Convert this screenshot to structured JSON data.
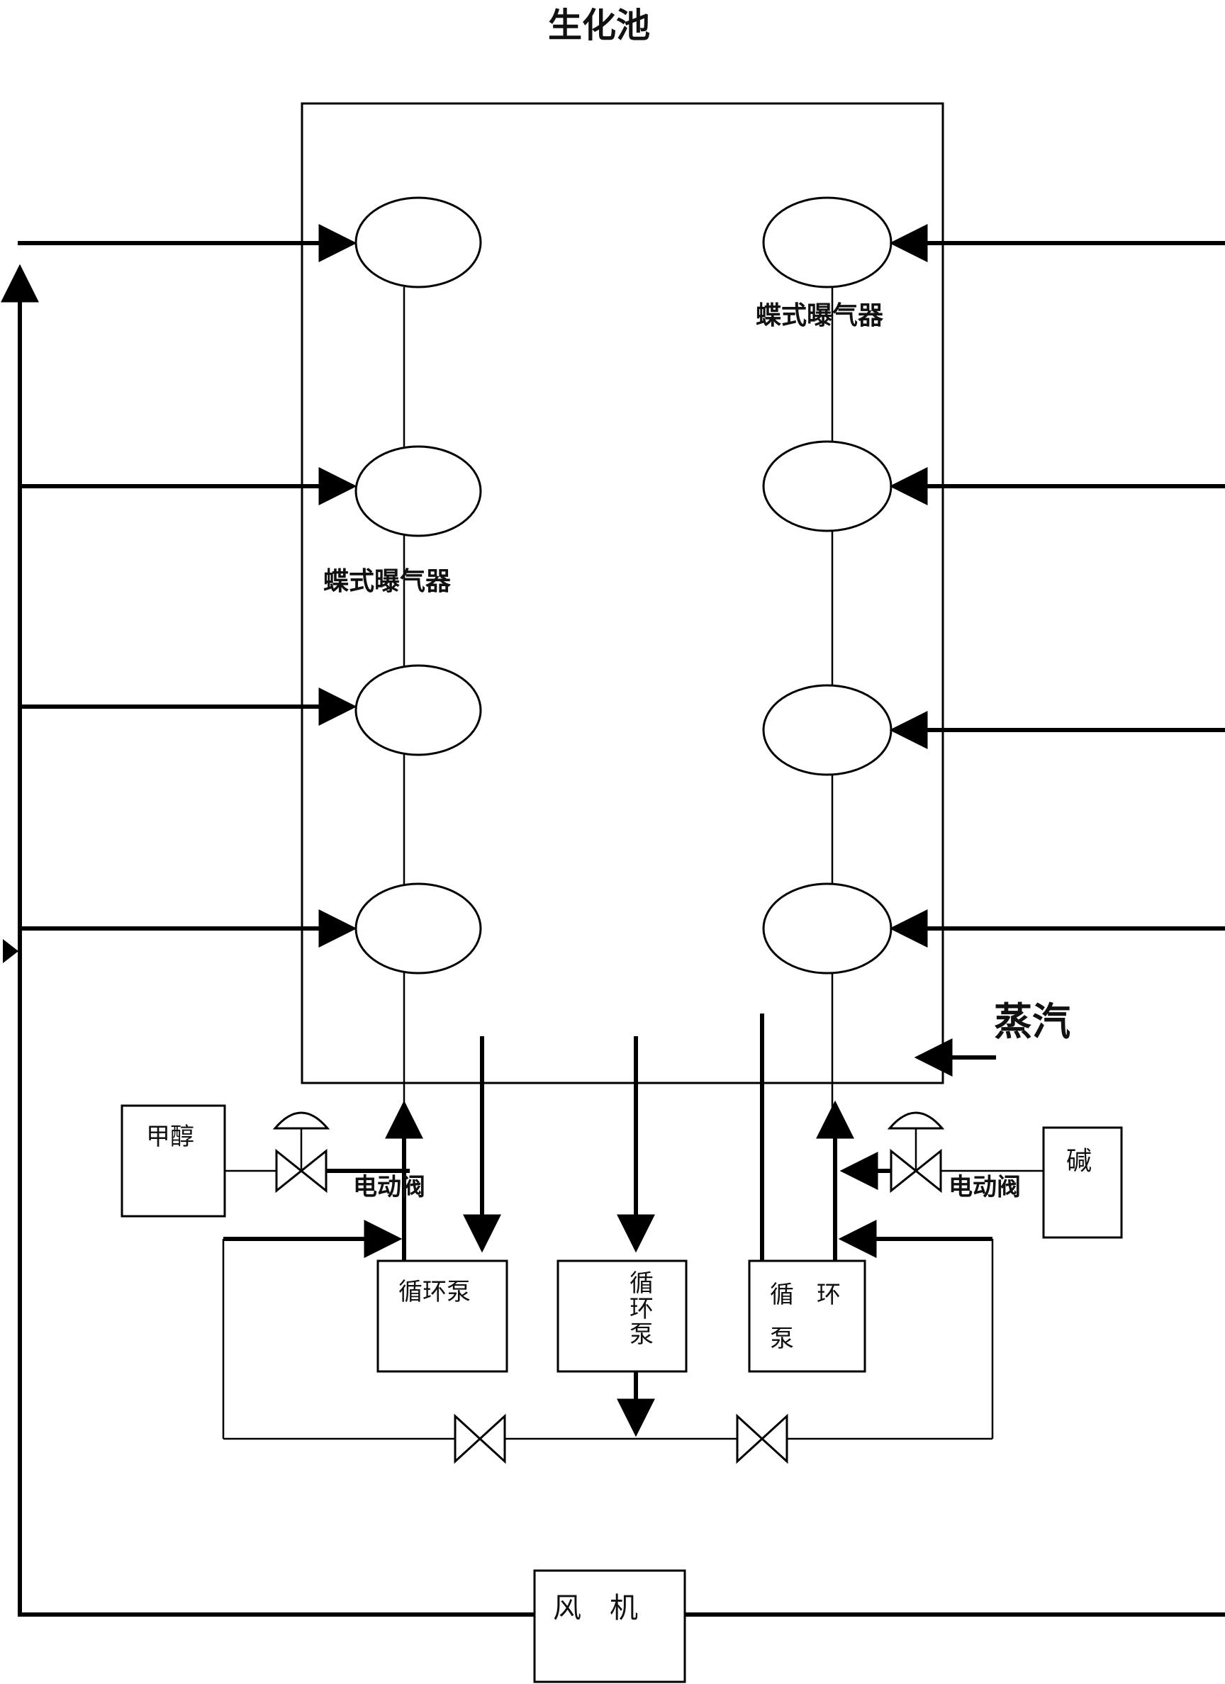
{
  "title": "生化池",
  "aerator_label_top_right": "蝶式曝气器",
  "aerator_label_left": "蝶式曝气器",
  "steam_label": "蒸汽",
  "methanol_label": "甲醇",
  "alkali_label": "碱",
  "electric_valve_left_label": "电动阀",
  "electric_valve_right_label": "电动阀",
  "pump_left_label": "循环泵",
  "pump_middle_label": [
    "循",
    "环",
    "泵"
  ],
  "pump_right_label": [
    "循",
    "环",
    "泵"
  ],
  "blower_label": [
    "风",
    "机"
  ]
}
